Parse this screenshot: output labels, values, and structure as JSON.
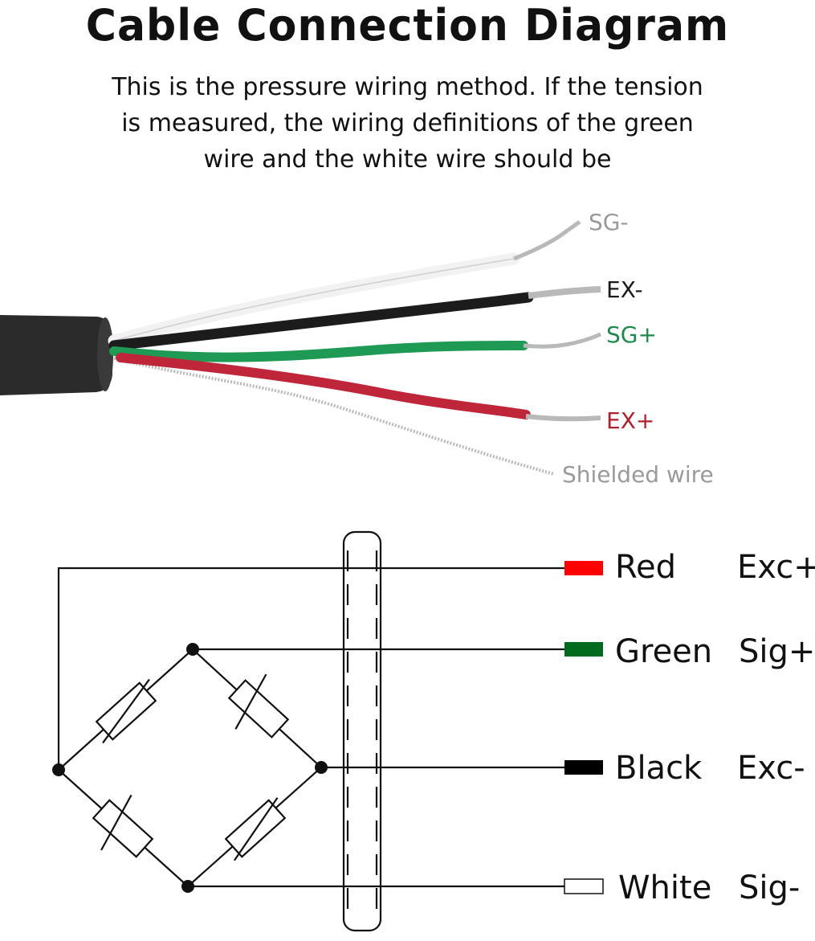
{
  "title": "Cable Connection Diagram",
  "subtitle": "This is the pressure wiring method. If the tension is measured, the wiring definitions of the green wire and the white wire should be",
  "cable_labels": [
    {
      "text": "SG-",
      "color": "#9a9a9a"
    },
    {
      "text": "EX-",
      "color": "#1a1a1a"
    },
    {
      "text": "SG+",
      "color": "#1e8a4c"
    },
    {
      "text": "EX+",
      "color": "#b0202a"
    },
    {
      "text": "Shielded wire",
      "color": "#9a9a9a"
    }
  ],
  "wiring_legend": [
    {
      "color_name": "Red",
      "function": "Exc+",
      "swatch": "#ff0000"
    },
    {
      "color_name": "Green",
      "function": "Sig+",
      "swatch": "#006b1d"
    },
    {
      "color_name": "Black",
      "function": "Exc-",
      "swatch": "#000000"
    },
    {
      "color_name": "White",
      "function": "Sig-",
      "swatch": "#ffffff"
    }
  ],
  "colors": {
    "jacket": "#2b2b2b",
    "wire_white": "#f2f2f2",
    "wire_black": "#1c1c1c",
    "wire_green": "#1f9a55",
    "wire_red": "#c0263a",
    "conductor": "#b9b9b9"
  }
}
